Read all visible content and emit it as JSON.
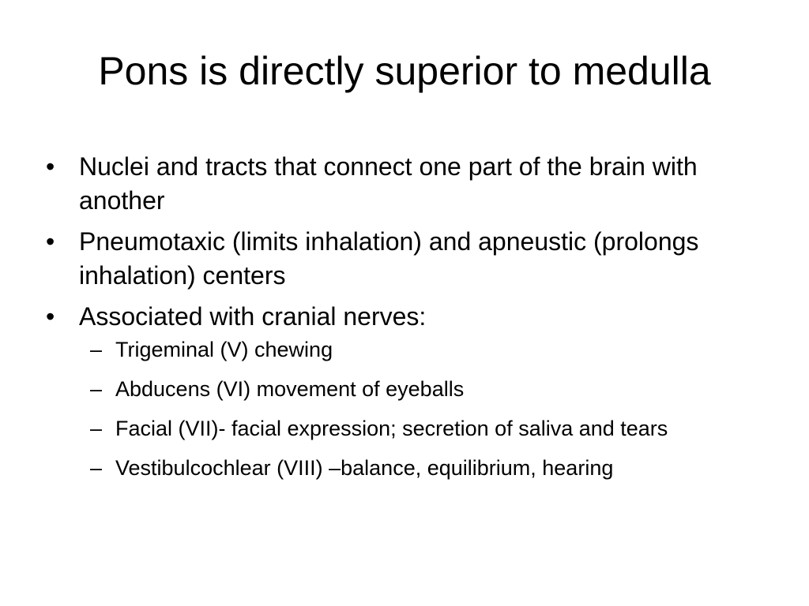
{
  "slide": {
    "title": "Pons is directly superior to medulla",
    "bullet_marker": "•",
    "sub_marker": "–",
    "bullets": [
      {
        "text": "Nuclei and tracts that connect one part of the brain with another"
      },
      {
        "text": "Pneumotaxic (limits inhalation) and apneustic (prolongs inhalation) centers"
      },
      {
        "text": "Associated with cranial nerves:",
        "sub_items": [
          "Trigeminal (V) chewing",
          "Abducens (VI) movement of eyeballs",
          "Facial (VII)- facial expression; secretion of saliva and tears",
          "Vestibulcochlear (VIII) –balance, equilibrium, hearing"
        ]
      }
    ]
  }
}
